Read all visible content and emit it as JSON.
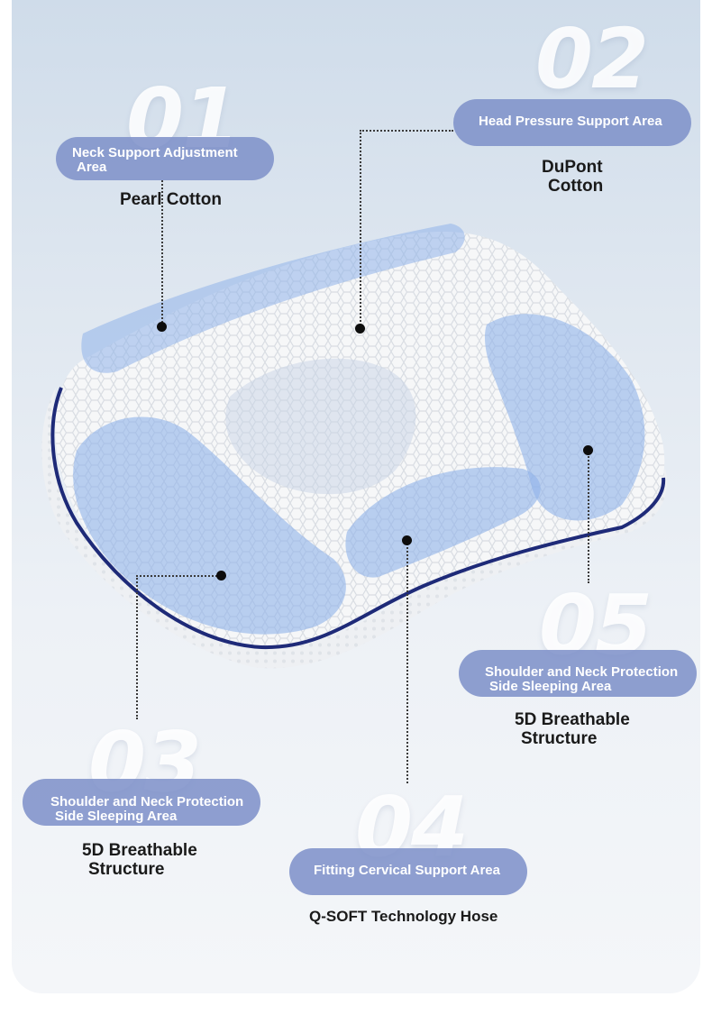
{
  "callouts": [
    {
      "number": "01",
      "label_line1": "Neck Support Adjustment",
      "label_line2": "Area",
      "material_line1": "Pearl Cotton",
      "material_line2": ""
    },
    {
      "number": "02",
      "label_line1": "Head Pressure Support Area",
      "label_line2": "",
      "material_line1": "DuPont",
      "material_line2": "Cotton"
    },
    {
      "number": "03",
      "label_line1": "Shoulder and Neck Protection",
      "label_line2": "Side Sleeping Area",
      "material_line1": "5D Breathable",
      "material_line2": "Structure"
    },
    {
      "number": "04",
      "label_line1": "Fitting Cervical Support Area",
      "label_line2": "",
      "material_line1": "Q-SOFT Technology Hose",
      "material_line2": ""
    },
    {
      "number": "05",
      "label_line1": "Shoulder and Neck Protection",
      "label_line2": "Side Sleeping Area",
      "material_line1": "5D Breathable",
      "material_line2": "Structure"
    }
  ],
  "colors": {
    "label_pill": "#7f92c9",
    "highlight_zone": "#8fb2ea",
    "piping": "#1e2a78",
    "background_top": "#cfdcea",
    "background_bottom": "#f4f6f9"
  }
}
